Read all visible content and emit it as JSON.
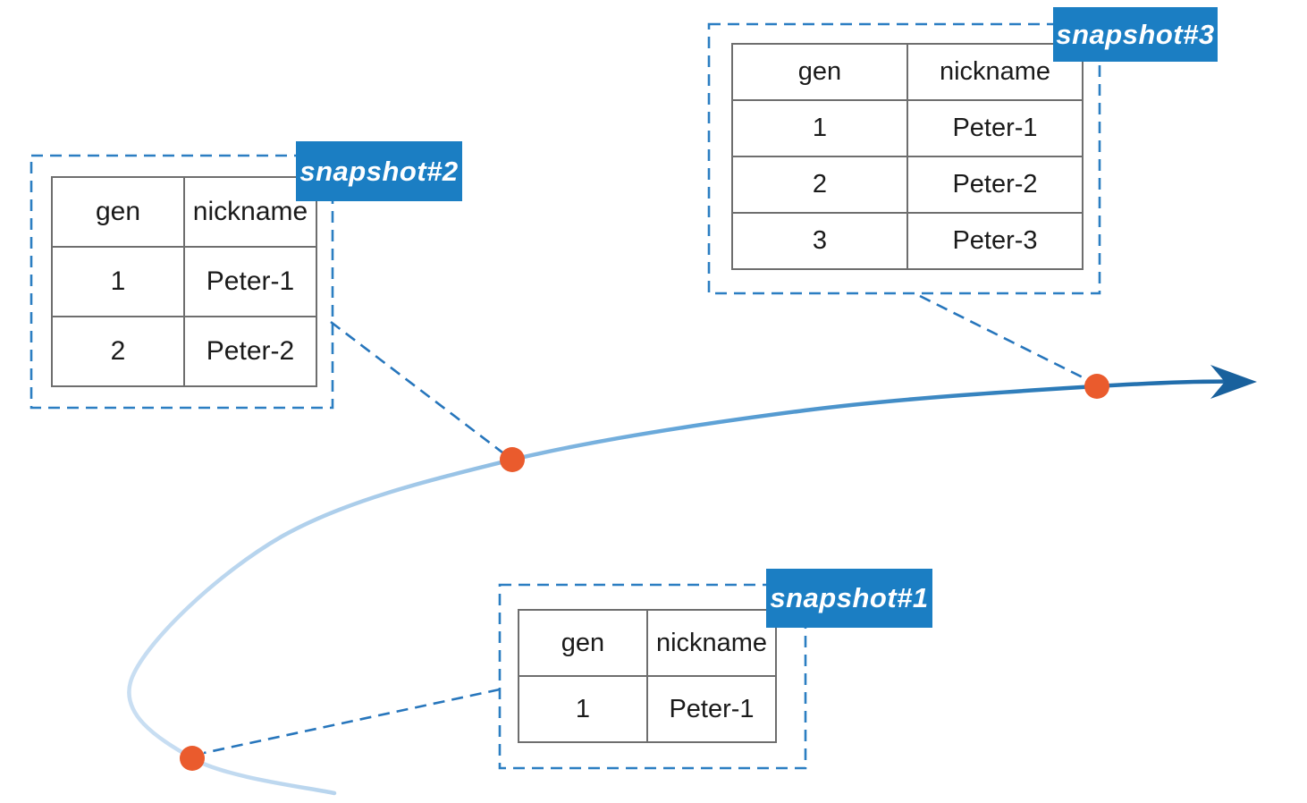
{
  "snapshots": [
    {
      "label": "snapshot#1",
      "table": {
        "headers": [
          "gen",
          "nickname"
        ],
        "rows": [
          [
            "1",
            "Peter-1"
          ]
        ]
      }
    },
    {
      "label": "snapshot#2",
      "table": {
        "headers": [
          "gen",
          "nickname"
        ],
        "rows": [
          [
            "1",
            "Peter-1"
          ],
          [
            "2",
            "Peter-2"
          ]
        ]
      }
    },
    {
      "label": "snapshot#3",
      "table": {
        "headers": [
          "gen",
          "nickname"
        ],
        "rows": [
          [
            "1",
            "Peter-1"
          ],
          [
            "2",
            "Peter-2"
          ],
          [
            "3",
            "Peter-3"
          ]
        ]
      }
    }
  ],
  "timeline": {
    "marker_count": 3,
    "markers": [
      "snapshot#1",
      "snapshot#2",
      "snapshot#3"
    ]
  },
  "colors": {
    "label_bg": "#1B7EC3",
    "label_text": "#FFFFFF",
    "dashed_border": "#2B7EC2",
    "connector": "#2776BC",
    "marker_orange": "#EA5B2D",
    "table_border": "#6E6E6E",
    "table_text": "#1A1A1A",
    "curve_light": "#CCE0F3",
    "curve_dark": "#1C66A4",
    "arrowhead": "#19619D"
  }
}
